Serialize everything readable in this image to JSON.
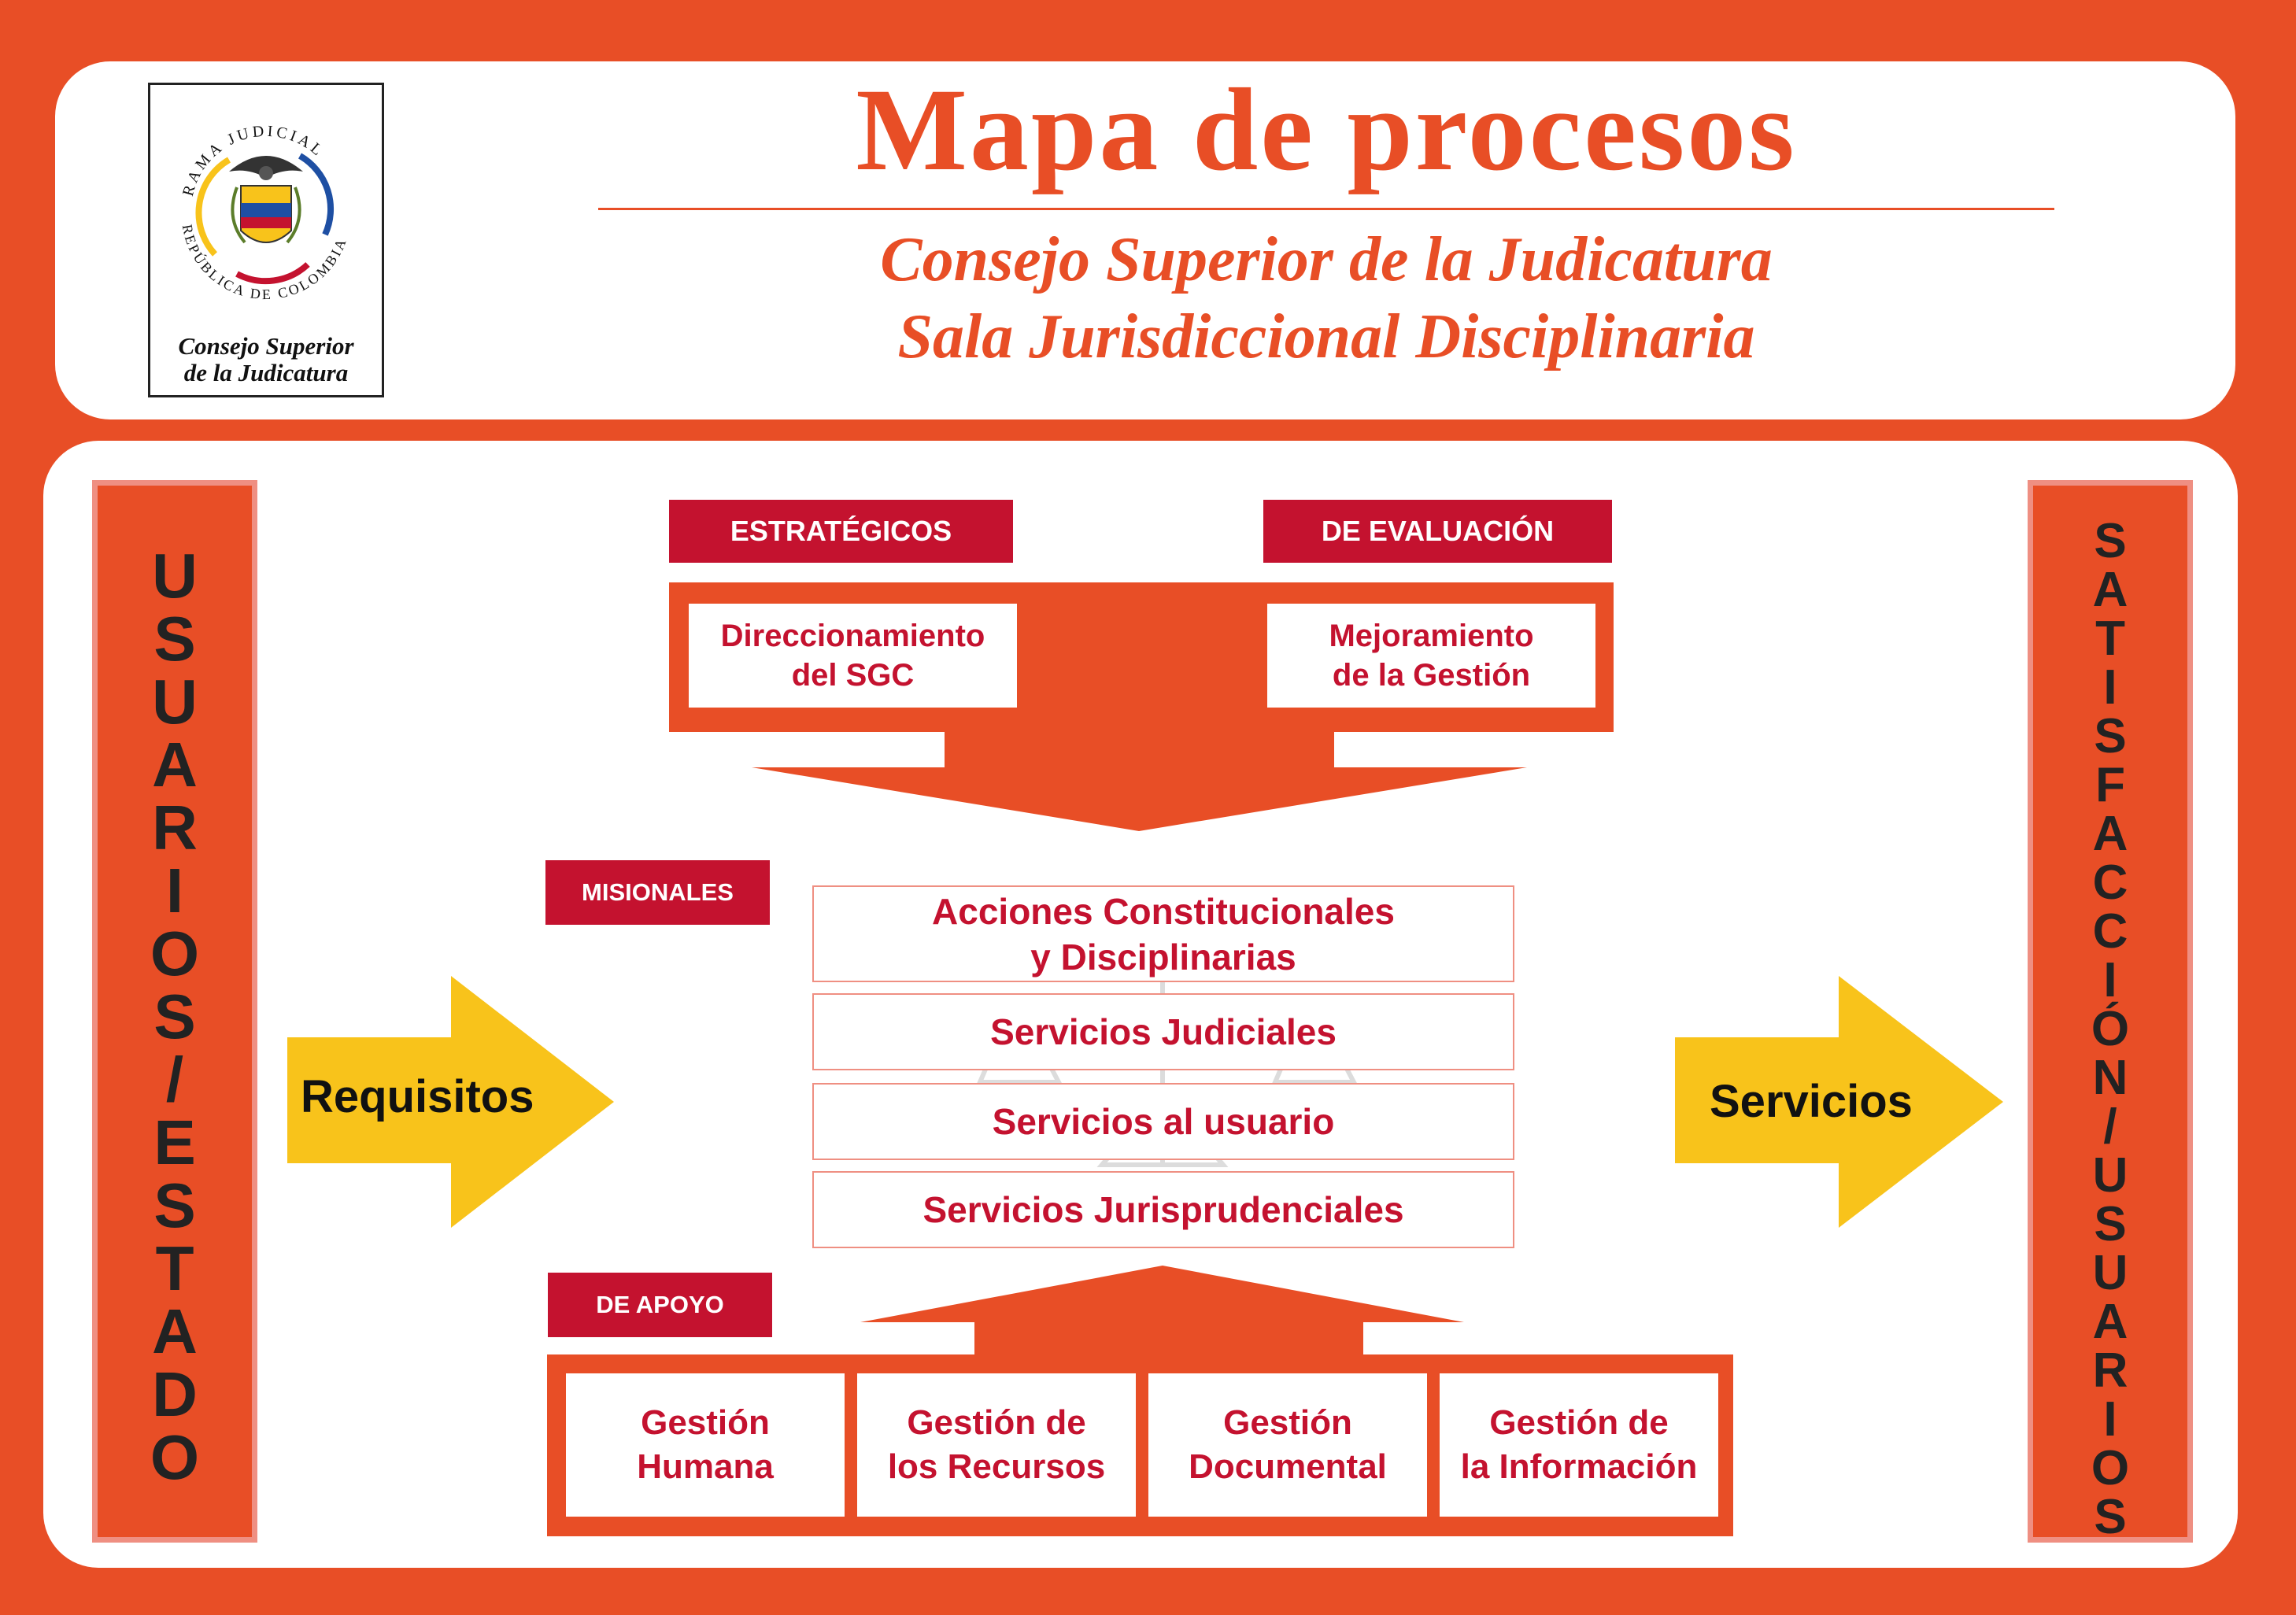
{
  "header": {
    "title": "Mapa de procesos",
    "subtitle_line1": "Consejo Superior de la Judicatura",
    "subtitle_line2": "Sala Jurisdiccional Disciplinaria"
  },
  "logo": {
    "arc_top": "RAMA JUDICIAL",
    "arc_bottom": "REPÚBLICA DE COLOMBIA",
    "caption_line1": "Consejo Superior",
    "caption_line2": "de la Judicatura"
  },
  "left_column": {
    "letters": [
      "U",
      "S",
      "U",
      "A",
      "R",
      "I",
      "O",
      "S",
      "/",
      "E",
      "S",
      "T",
      "A",
      "D",
      "O"
    ]
  },
  "right_column": {
    "letters": [
      "S",
      "A",
      "T",
      "I",
      "S",
      "F",
      "A",
      "C",
      "C",
      "I",
      "Ó",
      "N",
      "/",
      "U",
      "S",
      "U",
      "A",
      "R",
      "I",
      "O",
      "S"
    ]
  },
  "input_arrow": {
    "label": "Requisitos"
  },
  "output_arrow": {
    "label": "Servicios"
  },
  "estrategicos": {
    "label": "ESTRATÉGICOS",
    "process_line1": "Direccionamiento",
    "process_line2": "del SGC"
  },
  "evaluacion": {
    "label": "DE EVALUACIÓN",
    "process_line1": "Mejoramiento",
    "process_line2": "de la Gestión"
  },
  "misionales": {
    "label": "MISIONALES",
    "processes": [
      {
        "line1": "Acciones Constitucionales",
        "line2": "y Disciplinarias"
      },
      {
        "line1": "Servicios Judiciales"
      },
      {
        "line1": "Servicios al usuario"
      },
      {
        "line1": "Servicios Jurisprudenciales"
      }
    ]
  },
  "apoyo": {
    "label": "DE APOYO",
    "processes": [
      {
        "line1": "Gestión",
        "line2": "Humana"
      },
      {
        "line1": "Gestión de",
        "line2": "los Recursos"
      },
      {
        "line1": "Gestión",
        "line2": "Documental"
      },
      {
        "line1": "Gestión de",
        "line2": "la Información"
      }
    ]
  },
  "colors": {
    "background": "#E84E26",
    "label_red": "#C4122F",
    "arrow_yellow": "#F8C31B",
    "column_border": "#EF8F82"
  }
}
